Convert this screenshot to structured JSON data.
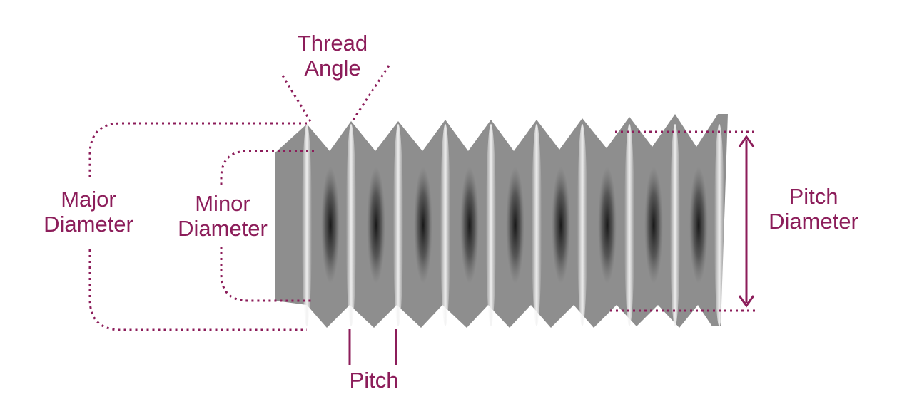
{
  "labels": {
    "thread_angle": [
      "Thread",
      "Angle"
    ],
    "major_diameter": [
      "Major",
      "Diameter"
    ],
    "minor_diameter": [
      "Minor",
      "Diameter"
    ],
    "pitch_diameter": [
      "Pitch",
      "Diameter"
    ],
    "pitch": "Pitch"
  },
  "colors": {
    "label": "#8c1d5a",
    "dim_line": "#8c1d5a",
    "bolt_body": "#8e8e8e",
    "bolt_highlight": "#e4e4e4",
    "bolt_shadow": "#1c1c1c"
  },
  "thread_crest_count": 10
}
